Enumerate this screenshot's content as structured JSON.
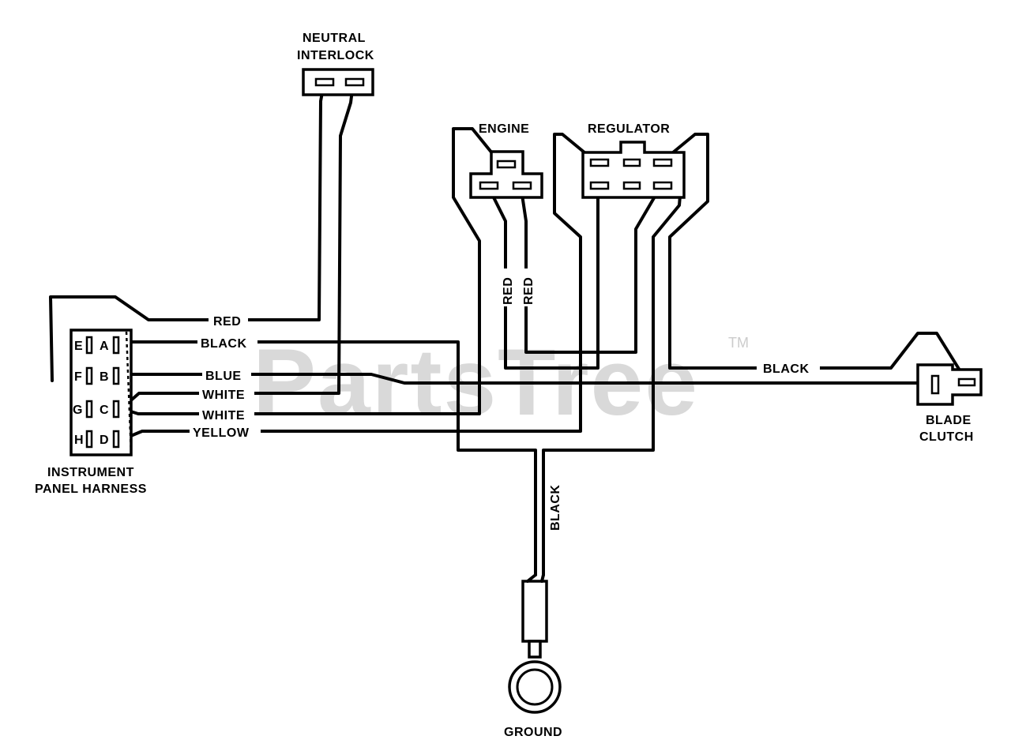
{
  "watermark": {
    "text": "PartsTree",
    "trademark": "TM"
  },
  "components": {
    "neutral_interlock": {
      "line1": "NEUTRAL",
      "line2": "INTERLOCK"
    },
    "engine": {
      "label": "ENGINE"
    },
    "regulator": {
      "label": "REGULATOR"
    },
    "blade_clutch": {
      "line1": "BLADE",
      "line2": "CLUTCH"
    },
    "instrument_panel_harness": {
      "line1": "INSTRUMENT",
      "line2": "PANEL HARNESS",
      "terminals_left": [
        "E",
        "F",
        "G",
        "H"
      ],
      "terminals_right": [
        "A",
        "B",
        "C",
        "D"
      ]
    },
    "ground": {
      "label": "GROUND"
    }
  },
  "wires": {
    "red_interlock": "RED",
    "black_a": "BLACK",
    "blue_b": "BLUE",
    "white_c1": "WHITE",
    "white_c2": "WHITE",
    "yellow_d": "YELLOW",
    "red_engine_1": "RED",
    "red_engine_2": "RED",
    "black_clutch": "BLACK",
    "black_ground": "BLACK"
  }
}
